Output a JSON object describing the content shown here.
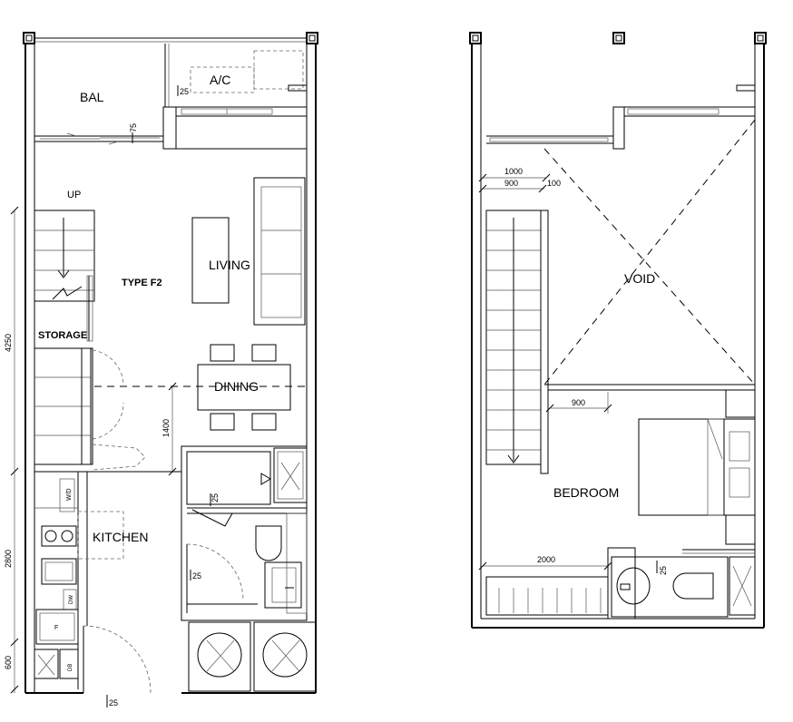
{
  "lower_floor": {
    "plan_label": "TYPE F2",
    "rooms": {
      "balcony": "BAL",
      "ac": "A/C",
      "living": "LIVING",
      "dining": "DINING",
      "kitchen": "KITCHEN",
      "storage": "STORAGE",
      "stair_up": "UP"
    },
    "appliances": {
      "washer_dryer": "W/D",
      "dishwasher": "DW",
      "fridge": "F",
      "db": "DB"
    },
    "dimensions": {
      "d4250": "4250",
      "d2800": "2800",
      "d600": "600",
      "d1400": "1400",
      "d75": "75",
      "d25_ac": "25",
      "d25_bath": "25",
      "d25_kitchen": "25",
      "d25_entry": "25"
    }
  },
  "upper_floor": {
    "rooms": {
      "void": "VOID",
      "bedroom": "BEDROOM"
    },
    "dimensions": {
      "d1000": "1000",
      "d900_top": "900",
      "d100": "100",
      "d900_bed": "900",
      "d2000": "2000",
      "d25_bath": "25"
    }
  }
}
